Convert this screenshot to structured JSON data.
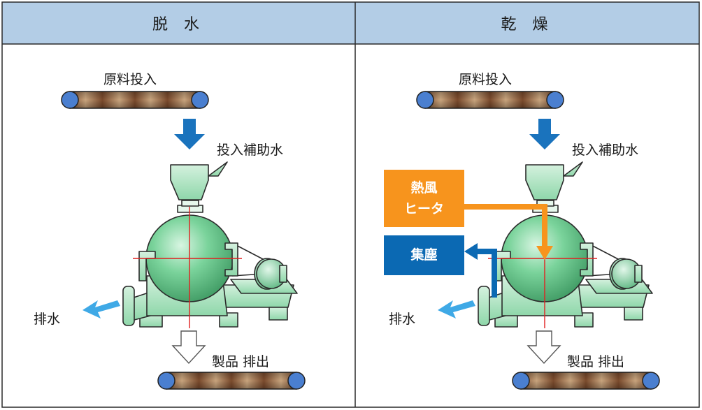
{
  "colors": {
    "header_bg": "#b3cde6",
    "border": "#2a2a2a",
    "arrow_blue": "#1a73bd",
    "arrow_light_blue": "#3fa9e6",
    "hot_air_orange": "#f7941d",
    "dust_blue": "#0b69b3",
    "machine_green": "#7ad39b",
    "conveyor_brown": "#8b5a3c",
    "roller_blue": "#4a7fd0"
  },
  "panels": [
    {
      "header": "脱 水",
      "raw_material": "原料投入",
      "assist_water": "投入補助水",
      "drain": "排水",
      "product": "製品 排出"
    },
    {
      "header": "乾 燥",
      "raw_material": "原料投入",
      "assist_water": "投入補助水",
      "drain": "排水",
      "product": "製品 排出",
      "heater_line1": "熱風",
      "heater_line2": "ヒータ",
      "dust": "集塵"
    }
  ]
}
